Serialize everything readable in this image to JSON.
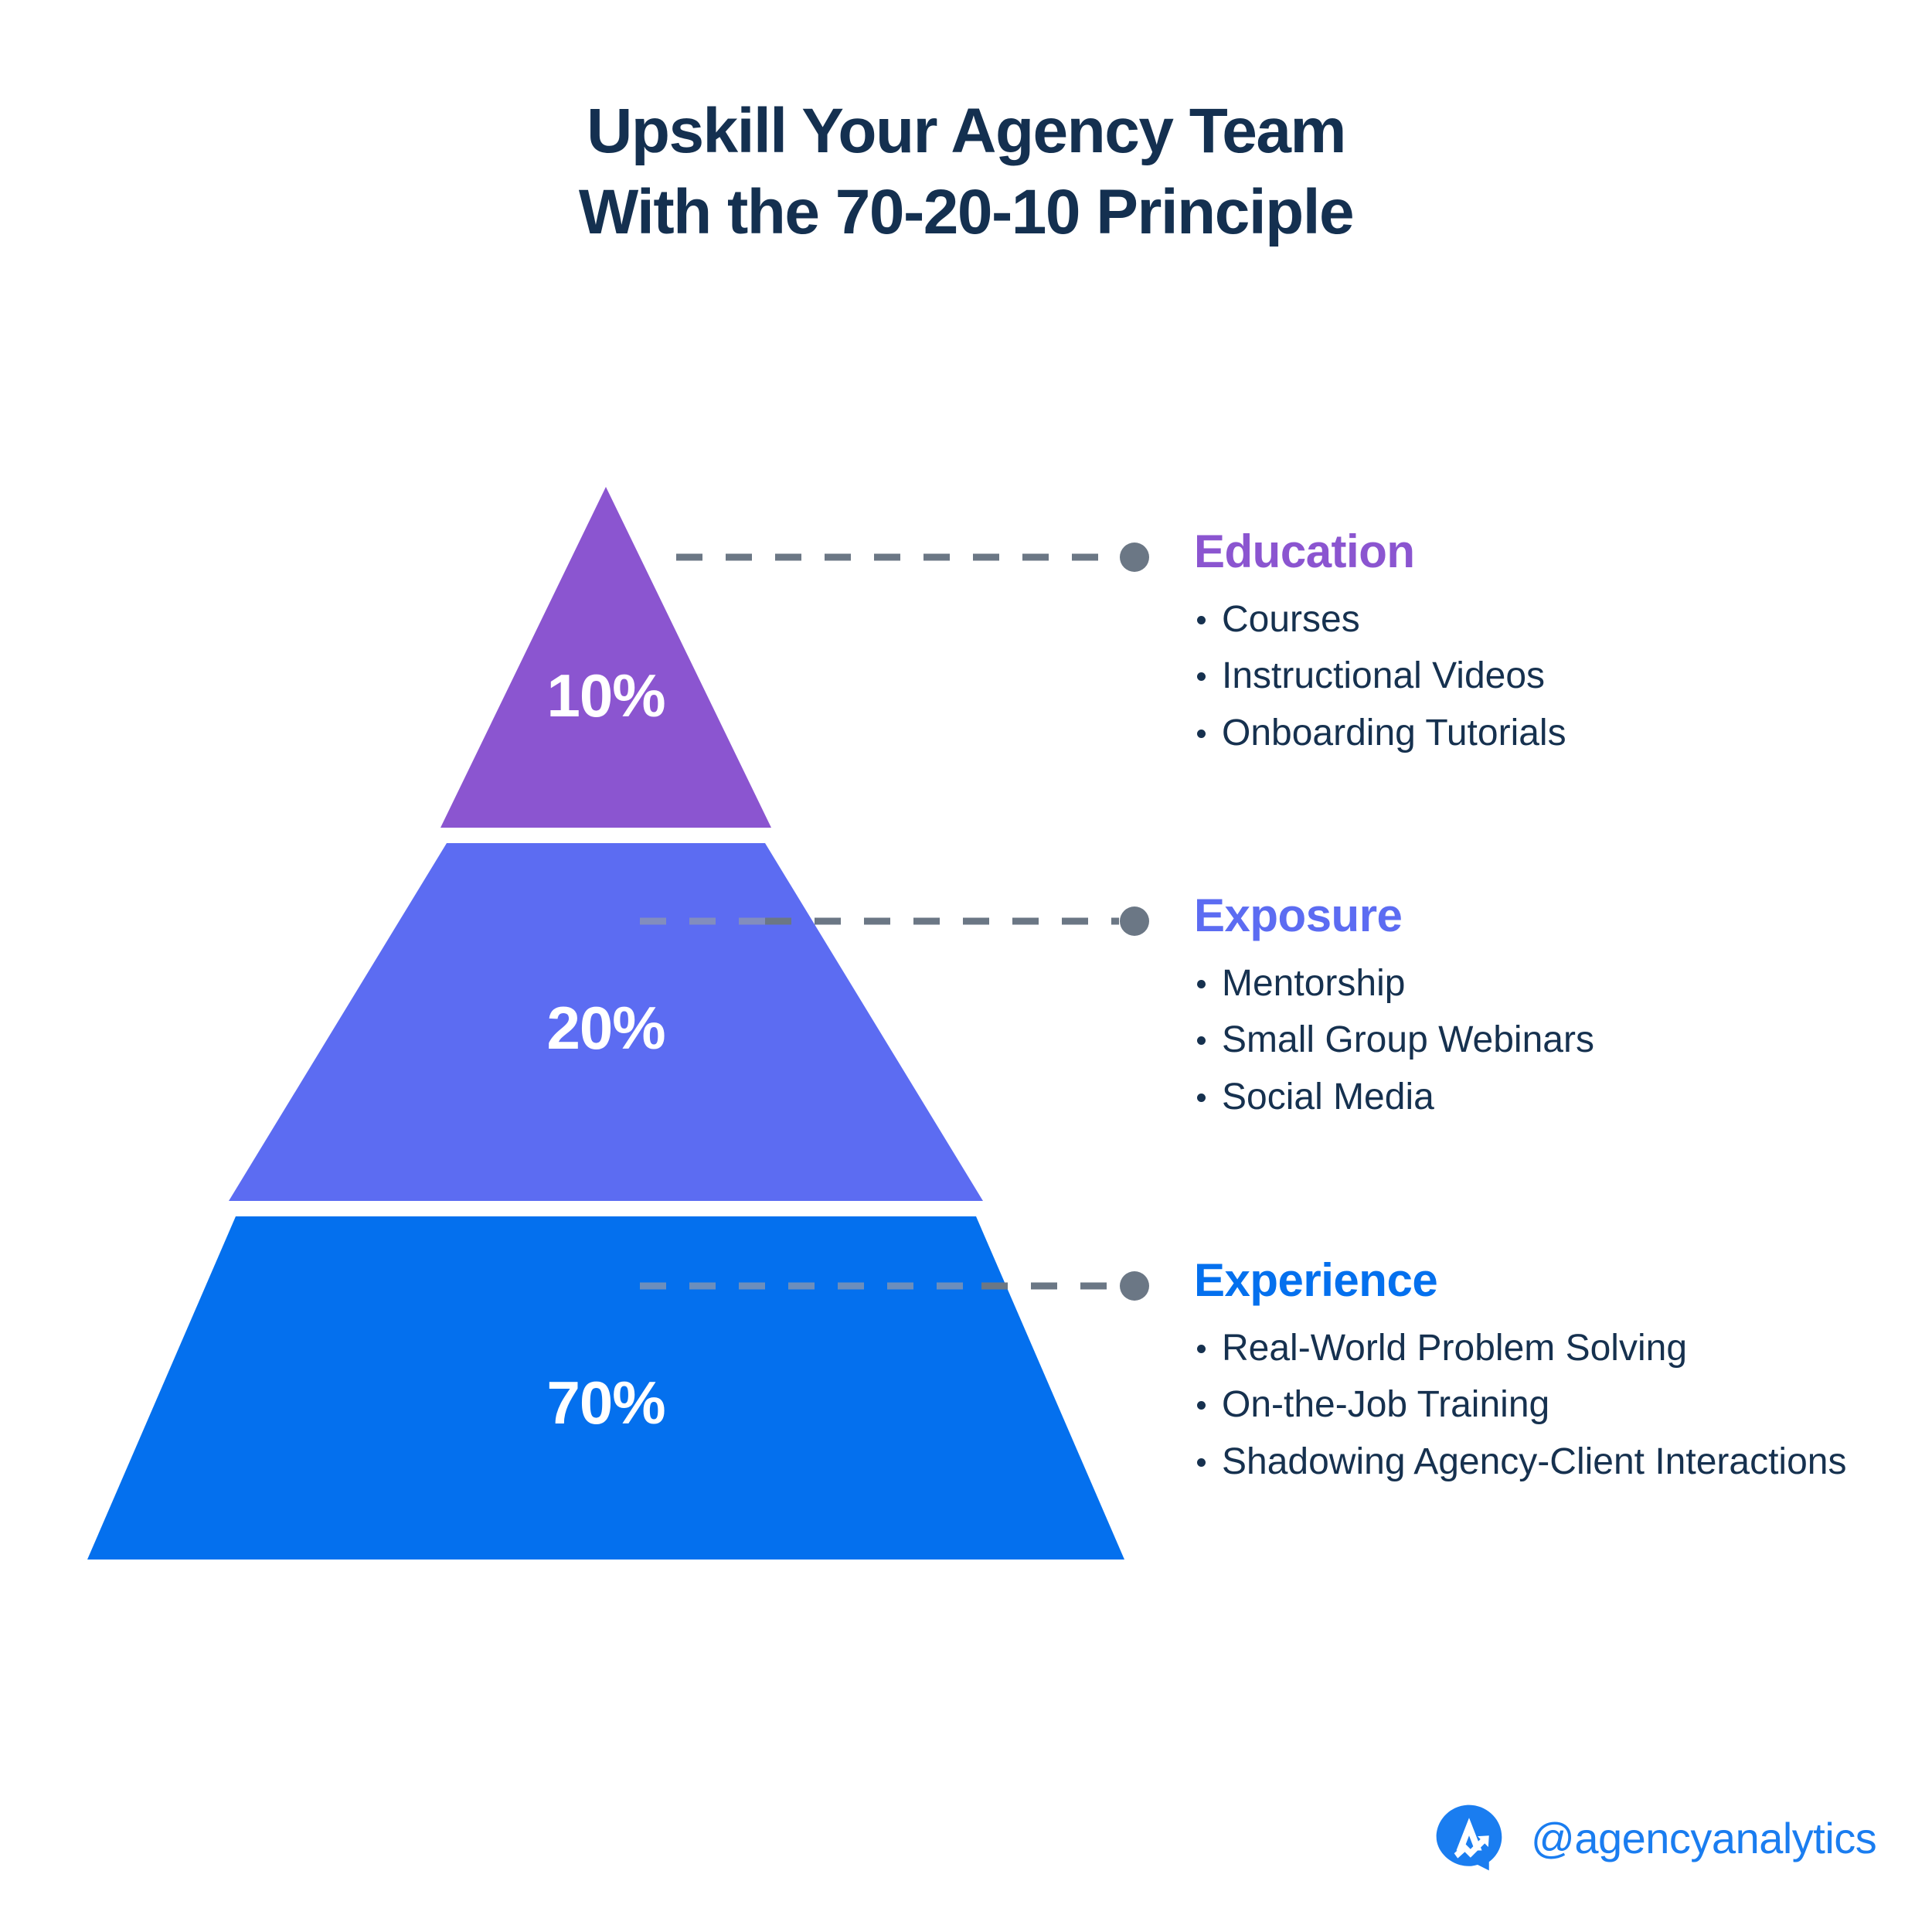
{
  "title": {
    "line1": "Upskill Your Agency Team",
    "line2": "With the 70-20-10 Principle",
    "color": "#143050"
  },
  "colors": {
    "background": "#FFFFFF",
    "title": "#143050",
    "body_text": "#16314F",
    "tier_education": "#8B55D0",
    "tier_exposure": "#5C6CF2",
    "tier_experience": "#0470EE",
    "connector": "#6B7785",
    "brand_blue": "#1A7DF0"
  },
  "chart_data": {
    "type": "pie",
    "title": "Upskill Your Agency Team With the 70-20-10 Principle",
    "categories": [
      "Experience",
      "Exposure",
      "Education"
    ],
    "values": [
      70,
      20,
      10
    ],
    "value_labels": [
      "70%",
      "20%",
      "10%"
    ],
    "colors": [
      "#0470EE",
      "#5C6CF2",
      "#8B55D0"
    ],
    "legend_position": "right",
    "grid": false
  },
  "pyramid": {
    "tiers": [
      {
        "percent": "10%",
        "label": "Education",
        "color": "#8B55D0"
      },
      {
        "percent": "20%",
        "label": "Exposure",
        "color": "#5C6CF2"
      },
      {
        "percent": "70%",
        "label": "Experience",
        "color": "#0470EE"
      }
    ]
  },
  "sections": [
    {
      "heading": "Education",
      "heading_color": "#8B55D0",
      "items": [
        "Courses",
        "Instructional Videos",
        "Onboarding Tutorials"
      ]
    },
    {
      "heading": "Exposure",
      "heading_color": "#5C6CF2",
      "items": [
        "Mentorship",
        "Small Group Webinars",
        "Social Media"
      ]
    },
    {
      "heading": "Experience",
      "heading_color": "#0470EE",
      "items": [
        "Real-World Problem Solving",
        "On-the-Job Training",
        "Shadowing Agency-Client Interactions"
      ]
    }
  ],
  "brand": {
    "handle": "@agencyanalytics",
    "logo_icon": "agencyanalytics-logo-icon"
  }
}
